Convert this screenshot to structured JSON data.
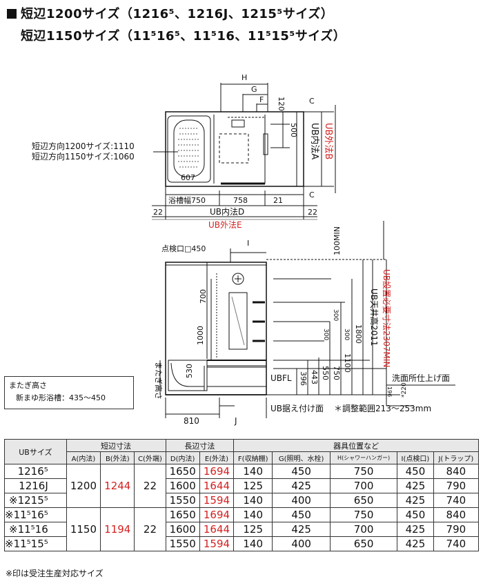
{
  "title": {
    "line1": "短辺1200サイズ（1216⁵、1216J、1215⁵サイズ）",
    "line2": "短辺1150サイズ（11⁵16⁵、11⁵16、11⁵15⁵サイズ）"
  },
  "plan": {
    "H": "H",
    "G": "G",
    "F": "F",
    "d120": "120",
    "d500": "500",
    "C1": "C",
    "C2": "C",
    "ubA": "UB内法A",
    "ubB": "UB外法B",
    "bathtub_text1": "短辺方向1200サイズ:1110",
    "bathtub_text2": "短辺方向1150サイズ:1060",
    "d607": "607",
    "tub_width": "浴槽幅750",
    "d758": "758",
    "d21": "21",
    "d22a": "22",
    "ubD": "UB内法D",
    "d22b": "22",
    "ubE": "UB外法E"
  },
  "elevation": {
    "inspection": "点検口□450",
    "I": "I",
    "d100min": "100MIN",
    "ceiling": "UB天井高2011",
    "required": "UB設置必要寸法2307MIN",
    "d300a": "300",
    "d300b": "300",
    "d300c": "300",
    "d1800": "1800",
    "d1100": "1100",
    "d750": "750",
    "d550": "550",
    "d443": "443",
    "d396": "396",
    "d196": "196",
    "d700": "700",
    "d1000": "1000",
    "d530": "530",
    "straddle": "またぎ高さ",
    "ubfl": "UBFL",
    "finish": "洗面所仕上げ面",
    "d220": "*220",
    "d810": "810",
    "J": "J",
    "base": "UB据え付け面",
    "adjust": "＊調整範囲213～253mm"
  },
  "note": {
    "line1": "またぎ高さ",
    "line2": "新まゆ形浴槽：435～450"
  },
  "table": {
    "h_ub": "UBサイズ",
    "h_short": "短辺寸法",
    "h_long": "長辺寸法",
    "h_fix": "器具位置など",
    "cols": [
      "A(内法)",
      "B(外法)",
      "C(外端)",
      "D(内法)",
      "E(外法)",
      "F(収納棚)",
      "G(照明、水栓)",
      "H(シャワーハンガー)",
      "I(点検口)",
      "J(トラップ)"
    ],
    "rows": [
      {
        "name": "1216⁵",
        "D": "1650",
        "E": "1694",
        "F": "140",
        "G": "450",
        "H": "750",
        "I": "450",
        "J": "840"
      },
      {
        "name": "1216J",
        "D": "1600",
        "E": "1644",
        "F": "125",
        "G": "425",
        "H": "700",
        "I": "425",
        "J": "790"
      },
      {
        "name": "※1215⁵",
        "D": "1550",
        "E": "1594",
        "F": "140",
        "G": "400",
        "H": "650",
        "I": "425",
        "J": "740"
      },
      {
        "name": "※11⁵16⁵",
        "D": "1650",
        "E": "1694",
        "F": "140",
        "G": "450",
        "H": "750",
        "I": "450",
        "J": "840"
      },
      {
        "name": "※11⁵16",
        "D": "1600",
        "E": "1644",
        "F": "125",
        "G": "425",
        "H": "700",
        "I": "425",
        "J": "790"
      },
      {
        "name": "※11⁵15⁵",
        "D": "1550",
        "E": "1594",
        "F": "140",
        "G": "400",
        "H": "650",
        "I": "425",
        "J": "740"
      }
    ],
    "group1": {
      "A": "1200",
      "B": "1244",
      "C": "22"
    },
    "group2": {
      "A": "1150",
      "B": "1194",
      "C": "22"
    }
  },
  "footnote": "※印は受注生産対応サイズ",
  "colors": {
    "accent_red": "#d42020",
    "line": "#111111",
    "header_bg": "#e8e8e8"
  }
}
